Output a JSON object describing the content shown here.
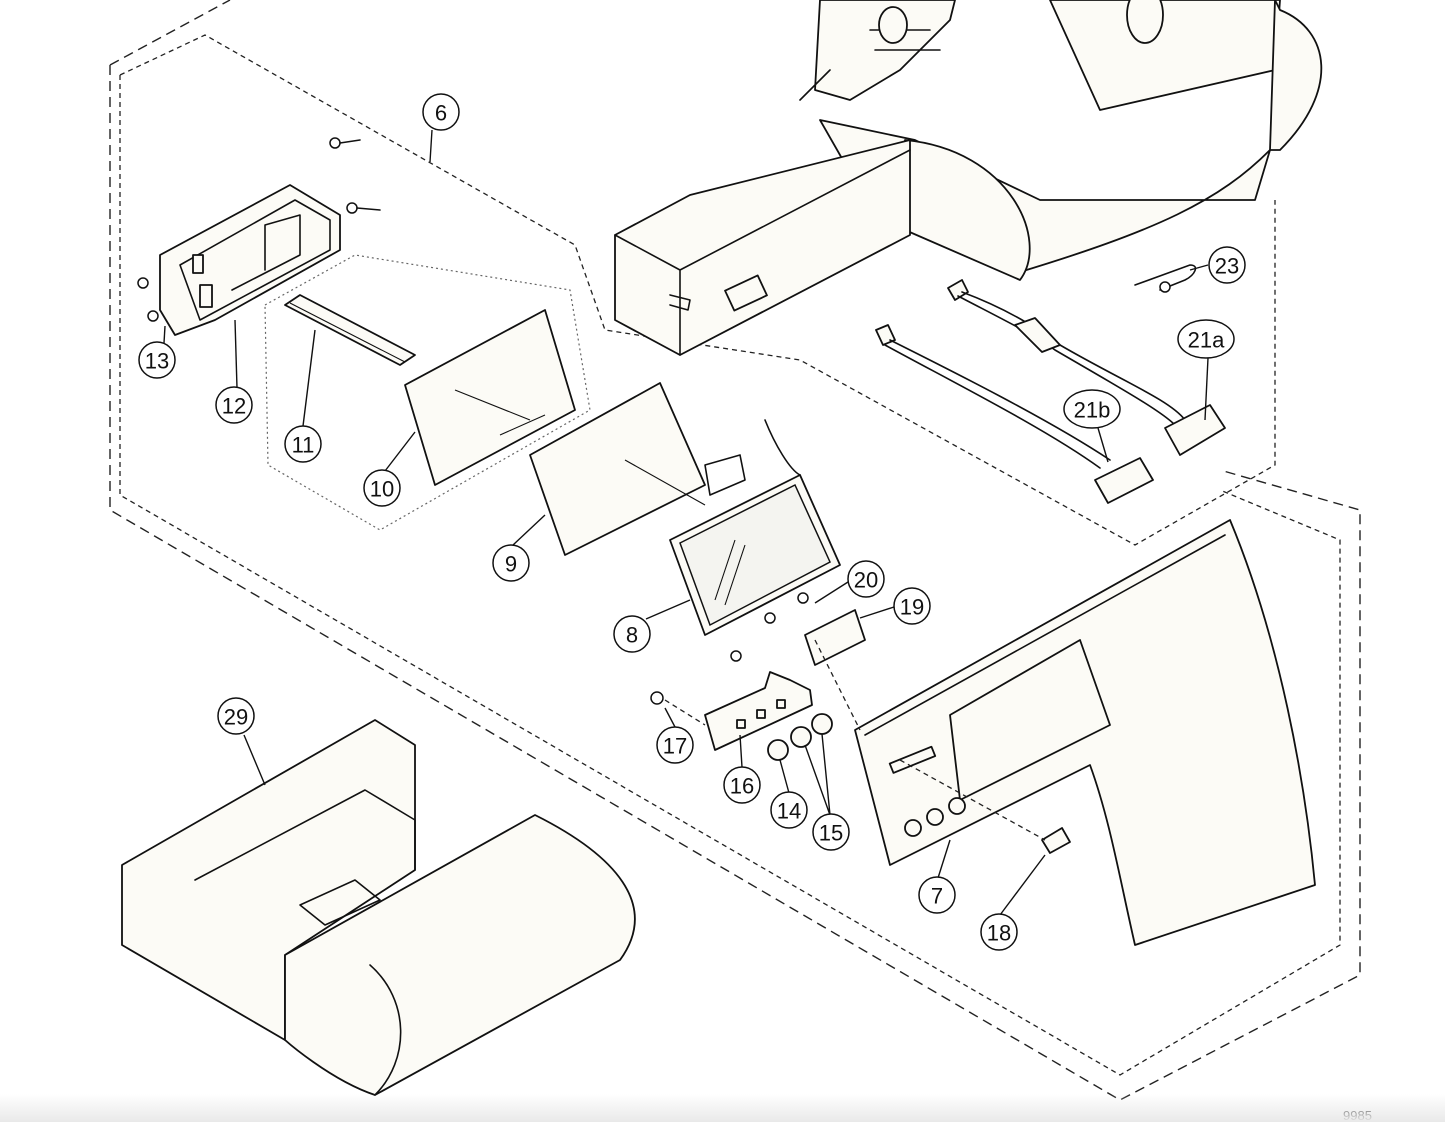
{
  "callouts": [
    {
      "id": "c6",
      "label": "6"
    },
    {
      "id": "c7",
      "label": "7"
    },
    {
      "id": "c8",
      "label": "8"
    },
    {
      "id": "c9",
      "label": "9"
    },
    {
      "id": "c10",
      "label": "10"
    },
    {
      "id": "c11",
      "label": "11"
    },
    {
      "id": "c12",
      "label": "12"
    },
    {
      "id": "c13",
      "label": "13"
    },
    {
      "id": "c14",
      "label": "14"
    },
    {
      "id": "c15",
      "label": "15"
    },
    {
      "id": "c16",
      "label": "16"
    },
    {
      "id": "c17",
      "label": "17"
    },
    {
      "id": "c18",
      "label": "18"
    },
    {
      "id": "c19",
      "label": "19"
    },
    {
      "id": "c20",
      "label": "20"
    },
    {
      "id": "c21a",
      "label": "21a"
    },
    {
      "id": "c21b",
      "label": "21b"
    },
    {
      "id": "c23",
      "label": "23"
    },
    {
      "id": "c29",
      "label": "29"
    }
  ],
  "doc_number": "9985",
  "colors": {
    "line": "#111111",
    "part_fill": "#fcfbf6",
    "background": "#ffffff"
  }
}
